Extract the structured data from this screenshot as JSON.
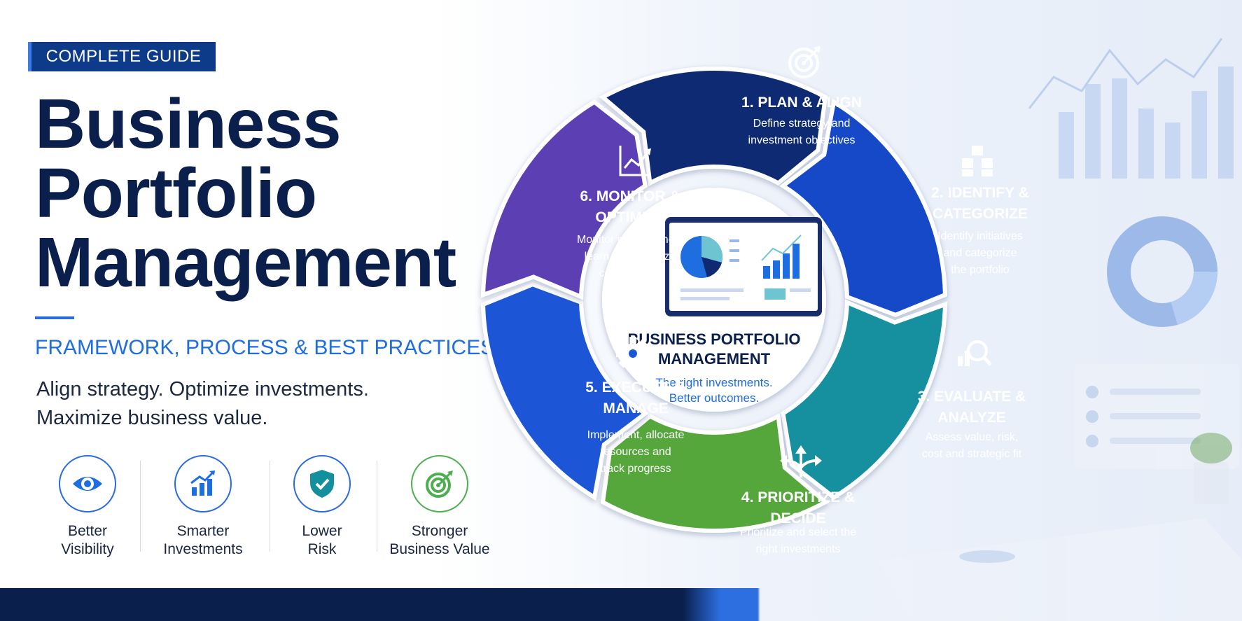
{
  "badge": "COMPLETE GUIDE",
  "title_lines": [
    "Business",
    "Portfolio",
    "Management"
  ],
  "subtitle": "FRAMEWORK, PROCESS & BEST PRACTICES",
  "tagline_lines": [
    "Align strategy. Optimize investments.",
    "Maximize business value."
  ],
  "benefits": [
    {
      "icon": "eye-icon",
      "lines": [
        "Better",
        "Visibility"
      ]
    },
    {
      "icon": "bar-chart-up-icon",
      "lines": [
        "Smarter",
        "Investments"
      ]
    },
    {
      "icon": "shield-check-icon",
      "lines": [
        "Lower",
        "Risk"
      ]
    },
    {
      "icon": "target-arrow-icon",
      "lines": [
        "Stronger",
        "Business Value"
      ]
    }
  ],
  "center": {
    "title_lines": [
      "BUSINESS PORTFOLIO",
      "MANAGEMENT"
    ],
    "tagline_lines": [
      "The right investments.",
      "Better outcomes."
    ],
    "icon": "dashboard-monitor-icon"
  },
  "steps": [
    {
      "title_lines": [
        "1. PLAN & ALIGN"
      ],
      "desc_lines": [
        "Define strategy and",
        "investment objectives"
      ],
      "icon": "target-icon",
      "color": "#0f2a72"
    },
    {
      "title_lines": [
        "2. IDENTIFY &",
        "CATEGORIZE"
      ],
      "desc_lines": [
        "Identify initiatives",
        "and categorize",
        "the portfolio"
      ],
      "icon": "blocks-icon",
      "color": "#1448c8"
    },
    {
      "title_lines": [
        "3. EVALUATE &",
        "ANALYZE"
      ],
      "desc_lines": [
        "Assess value, risk,",
        "cost and strategic fit"
      ],
      "icon": "chart-magnifier-icon",
      "color": "#138f9e"
    },
    {
      "title_lines": [
        "4. PRIORITIZE &",
        "DECIDE"
      ],
      "desc_lines": [
        "Prioritize and select the",
        "right investments"
      ],
      "icon": "split-arrows-icon",
      "color": "#55a63a"
    },
    {
      "title_lines": [
        "5. EXECUTE &",
        "MANAGE"
      ],
      "desc_lines": [
        "Implement, allocate",
        "resources and",
        "track progress"
      ],
      "icon": "gear-icon",
      "color": "#1a57d6"
    },
    {
      "title_lines": [
        "6. MONITOR &",
        "OPTIMIZE"
      ],
      "desc_lines": [
        "Monitor performance,",
        "learn and optimize",
        "continuously"
      ],
      "icon": "line-chart-up-icon",
      "color": "#5b3fb3"
    }
  ]
}
